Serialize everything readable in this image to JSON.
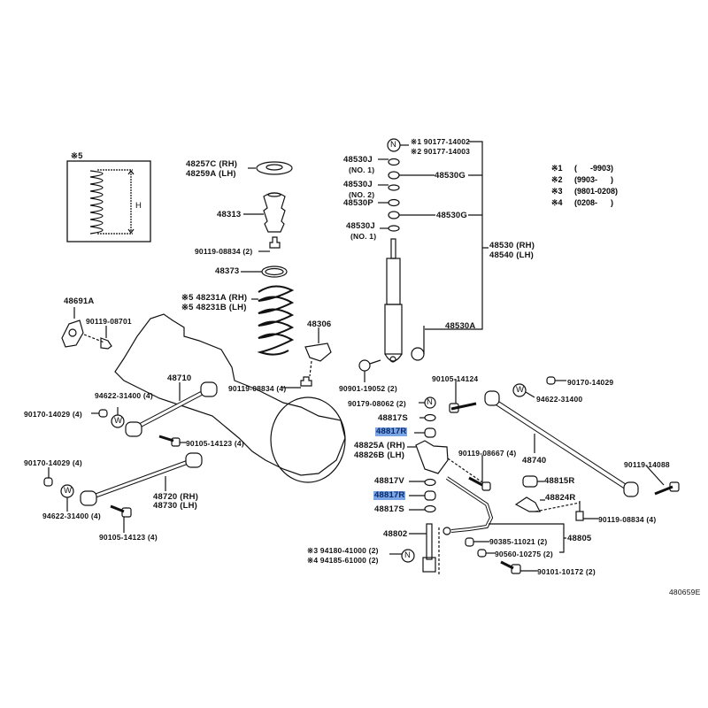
{
  "diagram": {
    "catalog_id": "480659E",
    "inset": {
      "marker": "※5",
      "dimension_label": "H"
    },
    "legend": [
      {
        "mark": "※1",
        "range": "(      -9903)"
      },
      {
        "mark": "※2",
        "range": "(9903-      )"
      },
      {
        "mark": "※3",
        "range": "(9801-0208)"
      },
      {
        "mark": "※4",
        "range": "(0208-      )"
      }
    ],
    "symbols": {
      "N": "N",
      "W": "W"
    },
    "parts": {
      "p48257C": "48257C (RH)",
      "p48259A": "48259A (LH)",
      "p48313": "48313",
      "p90119_08834_2": "90119-08834 (2)",
      "p48373": "48373",
      "p48530J_1a": "48530J",
      "no1a": "(NO. 1)",
      "p48530J_2": "48530J",
      "no2": "(NO. 2)",
      "p48530P": "48530P",
      "p48530J_1b": "48530J",
      "no1b": "(NO. 1)",
      "p90177_14002": "※1 90177-14002",
      "p90177_14003": "※2 90177-14003",
      "p48530G_a": "48530G",
      "p48530G_b": "48530G",
      "p48530": "48530 (RH)",
      "p48540": "48540 (LH)",
      "p48691A": "48691A",
      "p90119_08701": "90119-08701",
      "p48231A": "※5 48231A (RH)",
      "p48231B": "※5 48231B (LH)",
      "p48306": "48306",
      "p48710": "48710",
      "p94622_31400_4a": "94622-31400 (4)",
      "p90170_14029_4a": "90170-14029 (4)",
      "p90119_08834_4a": "90119-08834 (4)",
      "p90105_14123_4a": "90105-14123 (4)",
      "p90170_14029_4b": "90170-14029 (4)",
      "p48720": "48720 (RH)",
      "p48730": "48730 (LH)",
      "p94622_31400_4b": "94622-31400 (4)",
      "p90105_14123_4b": "90105-14123 (4)",
      "p90901_19052": "90901-19052 (2)",
      "p48530A": "48530A",
      "p90105_14124": "90105-14124",
      "p90170_14029": "90170-14029",
      "p94622_31400": "94622-31400",
      "p90179_08062": "90179-08062 (2)",
      "p48817S_a": "48817S",
      "p48817R_a": "48817R",
      "p48825A": "48825A (RH)",
      "p48826B": "48826B (LH)",
      "p90119_08667": "90119-08667 (4)",
      "p48740": "48740",
      "p90119_14088": "90119-14088",
      "p48817V": "48817V",
      "p48815R": "48815R",
      "p48817R_b": "48817R",
      "p48824R": "48824R",
      "p48817S_b": "48817S",
      "p90119_08834_4b": "90119-08834 (4)",
      "p48802": "48802",
      "p90385_11021": "90385-11021 (2)",
      "p48805": "48805",
      "p94180_41000": "※3 94180-41000 (2)",
      "p94185_61000": "※4 94185-61000 (2)",
      "p90560_10275": "90560-10275 (2)",
      "p90101_10172": "90101-10172 (2)"
    },
    "highlight_color": "#7aa6e6"
  }
}
